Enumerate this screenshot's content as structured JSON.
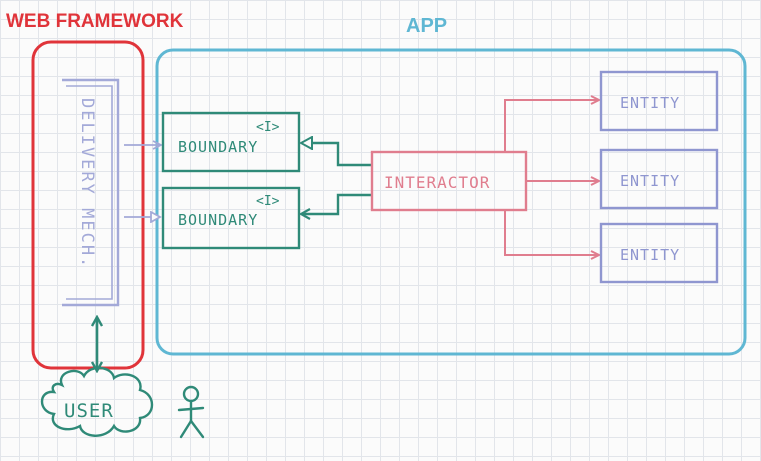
{
  "titles": {
    "web_framework": "WEB FRAMEWORK",
    "app": "APP"
  },
  "nodes": {
    "delivery_mech": "DELIVERY MECH.",
    "boundary_top_marker": "<I>",
    "boundary_top": "BOUNDARY",
    "boundary_bottom_marker": "<I>",
    "boundary_bottom": "BOUNDARY",
    "interactor": "INTERACTOR",
    "entity_1": "ENTITY",
    "entity_2": "ENTITY",
    "entity_3": "ENTITY",
    "user": "USER"
  },
  "colors": {
    "framework": "#e0343a",
    "app": "#5fb7d3",
    "boundary": "#2f8a78",
    "interactor": "#e07d8e",
    "entity": "#8f96d0",
    "delivery": "#a3a9d8",
    "user": "#2f8a78"
  }
}
